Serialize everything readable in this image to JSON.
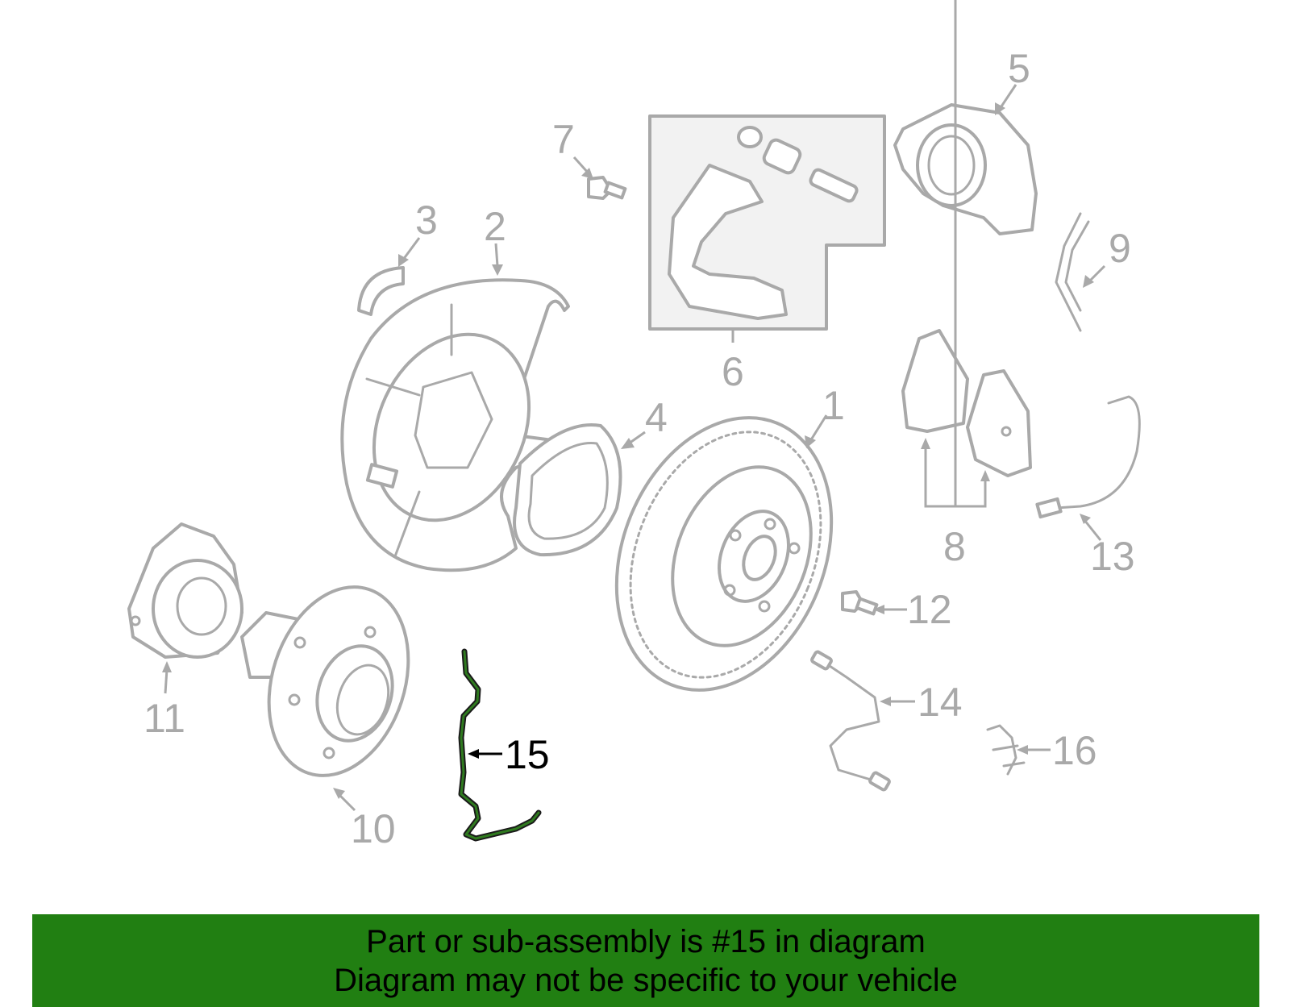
{
  "callouts": [
    "1",
    "2",
    "3",
    "4",
    "5",
    "6",
    "7",
    "8",
    "9",
    "10",
    "11",
    "12",
    "13",
    "14",
    "15",
    "16"
  ],
  "highlighted_part": "15",
  "banner": {
    "line1": "Part or sub-assembly is #15 in diagram",
    "line2": "Diagram may not be specific to your vehicle"
  },
  "colors": {
    "banner": "#217f12",
    "part_outline": "#a9a9a9",
    "highlight_part": "#2f7a1f",
    "highlight_label": "#000000"
  }
}
